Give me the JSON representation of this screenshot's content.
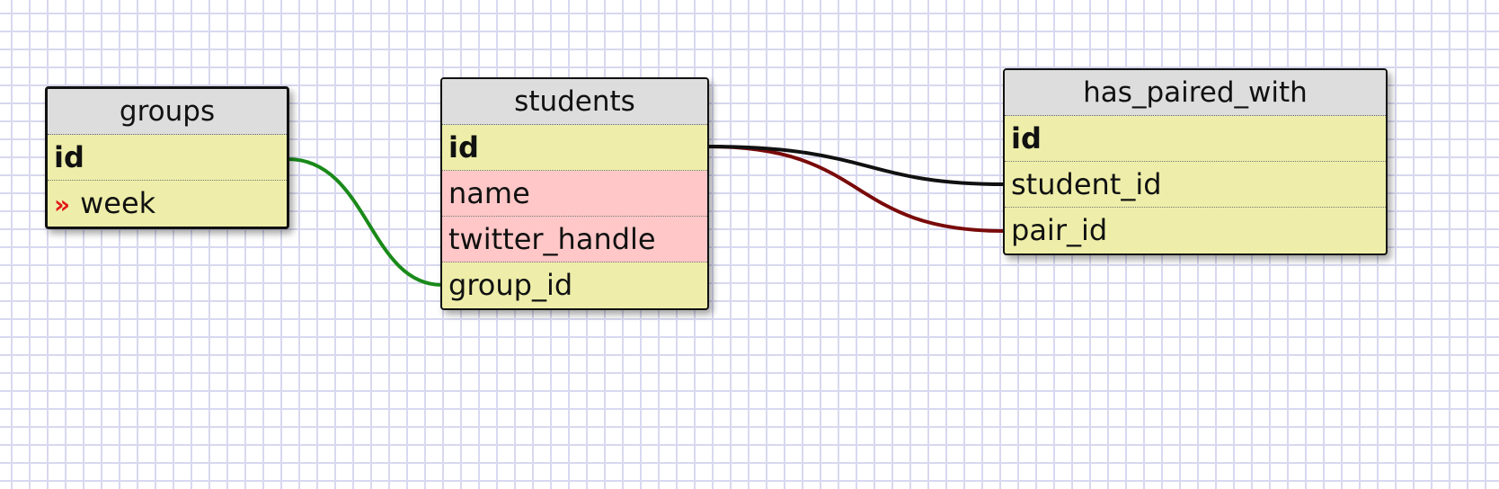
{
  "diagram": {
    "tables": [
      {
        "name": "groups",
        "columns": [
          {
            "name": "id",
            "primary_key": true,
            "unique": false,
            "foreign_key": false
          },
          {
            "name": "week",
            "primary_key": false,
            "unique": false,
            "foreign_key": true,
            "icon": "double-chevron-right-icon"
          }
        ]
      },
      {
        "name": "students",
        "columns": [
          {
            "name": "id",
            "primary_key": true,
            "unique": false,
            "foreign_key": false
          },
          {
            "name": "name",
            "primary_key": false,
            "unique": true,
            "foreign_key": false
          },
          {
            "name": "twitter_handle",
            "primary_key": false,
            "unique": true,
            "foreign_key": false
          },
          {
            "name": "group_id",
            "primary_key": false,
            "unique": false,
            "foreign_key": false
          }
        ]
      },
      {
        "name": "has_paired_with",
        "columns": [
          {
            "name": "id",
            "primary_key": true,
            "unique": false,
            "foreign_key": false
          },
          {
            "name": "student_id",
            "primary_key": false,
            "unique": false,
            "foreign_key": false
          },
          {
            "name": "pair_id",
            "primary_key": false,
            "unique": false,
            "foreign_key": false
          }
        ]
      }
    ],
    "relations": [
      {
        "from": "groups.id",
        "to": "students.group_id",
        "color": "#1a8a1a"
      },
      {
        "from": "students.id",
        "to": "has_paired_with.student_id",
        "color": "#111111"
      },
      {
        "from": "students.id",
        "to": "has_paired_with.pair_id",
        "color": "#7a0a0a"
      }
    ],
    "colors": {
      "row_fill": "#eeeeaa",
      "unique_fill": "#ffc7c7",
      "header_fill": "#dddddd",
      "grid": "#d8d8f0",
      "fk_icon": "#e01818"
    }
  }
}
